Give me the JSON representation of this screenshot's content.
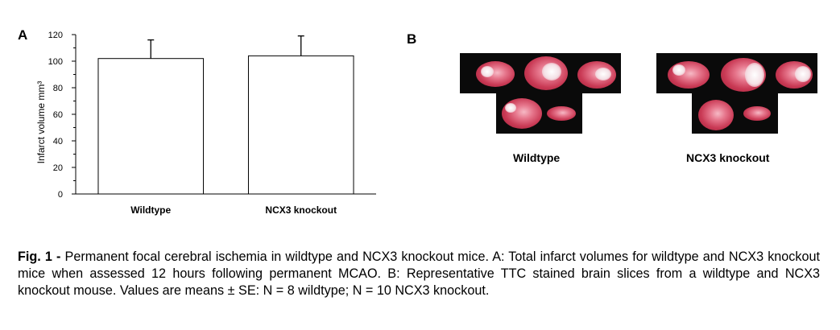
{
  "panel_a": {
    "letter": "A"
  },
  "panel_b": {
    "letter": "B",
    "labels": [
      "Wildtype",
      "NCX3 knockout"
    ]
  },
  "chart_data": {
    "type": "bar",
    "categories": [
      "Wildtype",
      "NCX3 knockout"
    ],
    "values": [
      102,
      104
    ],
    "errors": [
      14,
      15
    ],
    "ylabel": "Infarct volume mm³",
    "ylim": [
      0,
      120
    ],
    "yticks": [
      0,
      20,
      40,
      60,
      80,
      100,
      120
    ],
    "grid": false,
    "legend": "none",
    "bar_color": "#ffffff",
    "axis_color": "#000000"
  },
  "caption": {
    "label": "Fig. 1 -",
    "text": "Permanent focal cerebral ischemia in wildtype and NCX3 knockout mice.  A: Total infarct volumes for wildtype and NCX3 knockout mice when assessed 12 hours following permanent MCAO.   B: Representative TTC stained brain slices from a wildtype and NCX3 knockout mouse.  Values are means ± SE: N = 8 wildtype; N = 10 NCX3 knockout."
  }
}
